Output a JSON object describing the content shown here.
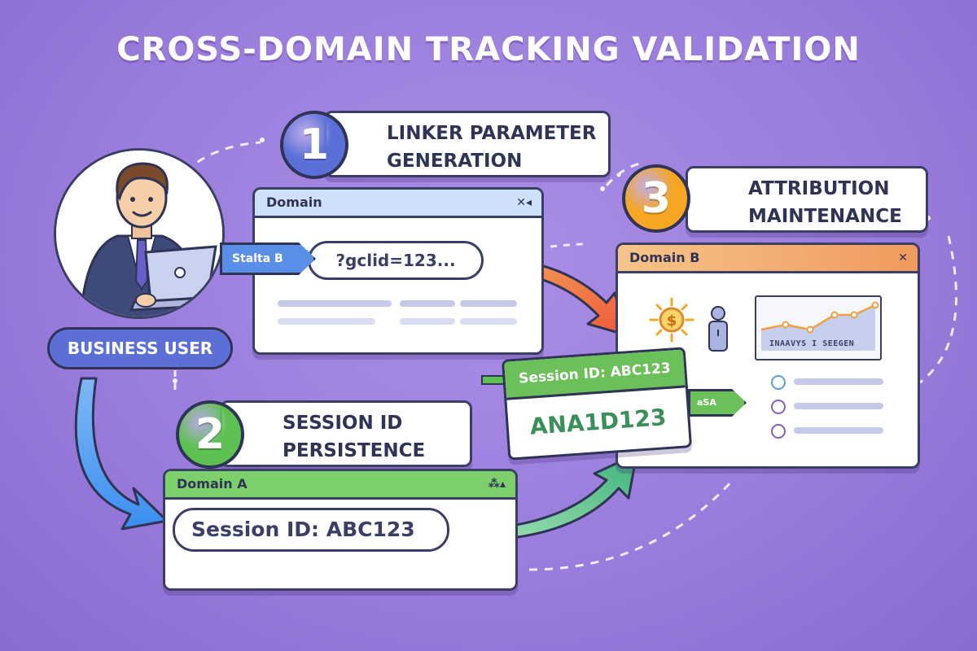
{
  "title": "CROSS-DOMAIN TRACKING VALIDATION",
  "user": {
    "label": "BUSINESS USER"
  },
  "steps": [
    {
      "number": "1",
      "line1": "LINKER PARAMETER",
      "line2": "GENERATION",
      "color": "#5a6fd8"
    },
    {
      "number": "2",
      "line1": "SESSION ID",
      "line2": "PERSISTENCE",
      "color": "#5cc150"
    },
    {
      "number": "3",
      "line1": "ATTRIBUTION",
      "line2": "MAINTENANCE",
      "color": "#f5a623"
    }
  ],
  "window_top": {
    "title": "Domain",
    "arrow_tag": "Stalta B",
    "param": "?gclid=123...",
    "bar_color": "#cfe0fb"
  },
  "window_domain_a": {
    "title": "Domain A",
    "session": "Session ID: ABC123",
    "bar_color": "#7ccf6a"
  },
  "window_domain_b": {
    "title": "Domain B",
    "bar_color": "#f09a5e",
    "chart_caption": "INAAVYS I SEEGEN"
  },
  "session_card": {
    "header": "Session ID: ABC123",
    "value": "ANA1D123",
    "tag": "aSA"
  },
  "colors": {
    "background": "#9a7ddc",
    "outline": "#3b3f66",
    "blue_arrow": "#4a9ef0",
    "orange_arrow": "#f07a3a",
    "green_arrow": "#5cc17a"
  }
}
